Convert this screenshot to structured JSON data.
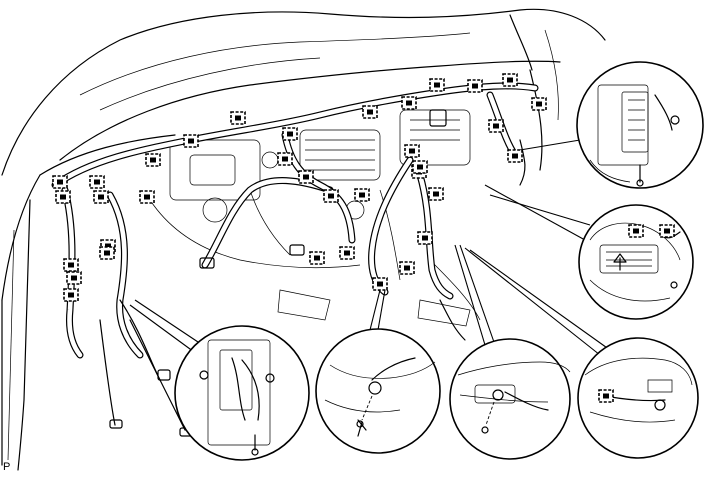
{
  "figure": {
    "corner_label": "P"
  },
  "clip_marker_count": 38,
  "detail_callouts": [
    {
      "name": "top-right-connector-detail"
    },
    {
      "name": "right-connector-detail"
    },
    {
      "name": "left-bottom-bracket-detail"
    },
    {
      "name": "center-bottom-bolt-detail"
    },
    {
      "name": "right-bottom-bolt-detail"
    },
    {
      "name": "far-right-clamp-detail"
    }
  ]
}
